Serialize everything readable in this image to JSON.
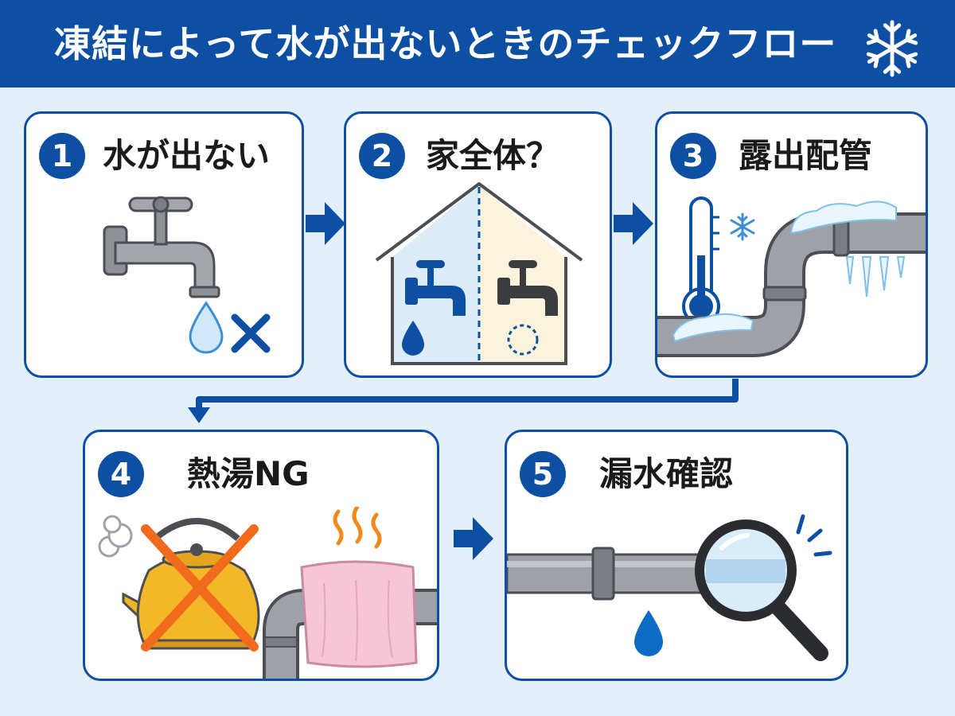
{
  "title": "凍結によって水が出ないときのチェックフロー",
  "title_icon": "snowflake-icon",
  "steps": [
    {
      "number": "1",
      "label": "水が出ない"
    },
    {
      "number": "2",
      "label": "家全体？"
    },
    {
      "number": "3",
      "label": "露出配管"
    },
    {
      "number": "4",
      "label": "熱湯NG"
    },
    {
      "number": "5",
      "label": "漏水確認"
    }
  ],
  "colors": {
    "primary": "#0d4fa3",
    "background": "#e3f0fa",
    "water": "#3b8fd6",
    "warning": "#f26a1b",
    "ice": "#b9dcf3"
  }
}
